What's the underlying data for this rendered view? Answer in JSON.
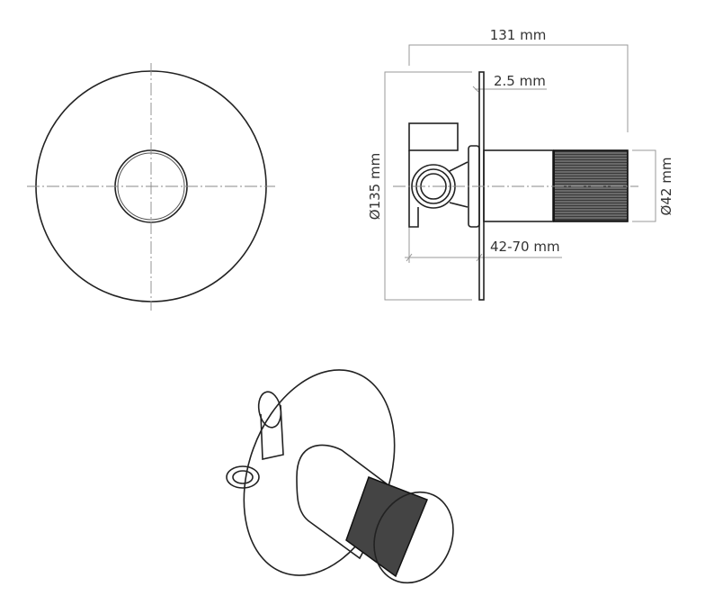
{
  "drawing": {
    "dimensions": {
      "overall_length": "131 mm",
      "plate_thickness": "2.5 mm",
      "plate_diameter": "Ø135 mm",
      "knob_diameter": "Ø42 mm",
      "wall_depth": "42-70 mm"
    }
  }
}
